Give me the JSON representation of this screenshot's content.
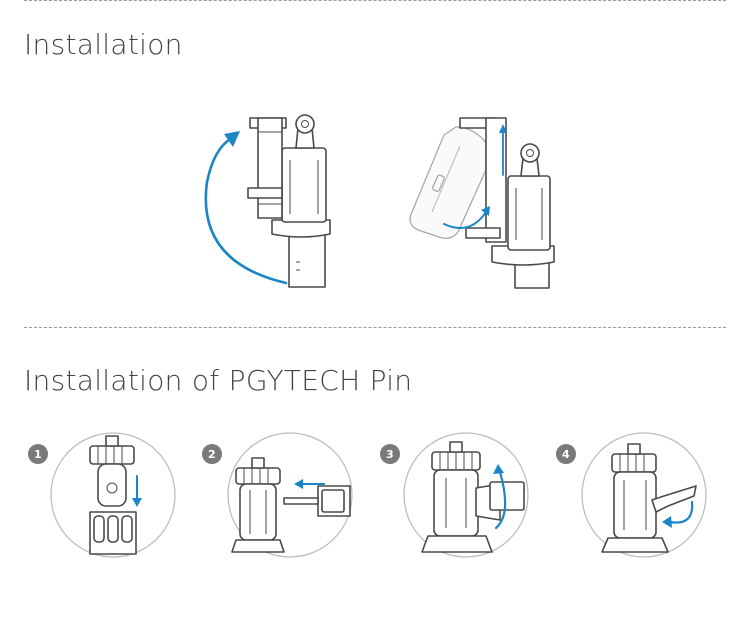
{
  "sections": {
    "installation": {
      "title": "Installation"
    },
    "pin": {
      "title": "Installation of PGYTECH Pin"
    }
  },
  "steps": [
    {
      "number": "1"
    },
    {
      "number": "2"
    },
    {
      "number": "3"
    },
    {
      "number": "4"
    }
  ],
  "colors": {
    "accent_arrow": "#1b86c6",
    "line_art": "#4a4a4a",
    "heading_text": "#444444",
    "divider": "#9a9a9a",
    "badge": "#7a7a7a"
  },
  "icons": [
    "rotate-arrow-icon",
    "down-arrow-icon",
    "left-arrow-icon",
    "up-rotate-arrow-icon",
    "curved-left-arrow-icon"
  ]
}
